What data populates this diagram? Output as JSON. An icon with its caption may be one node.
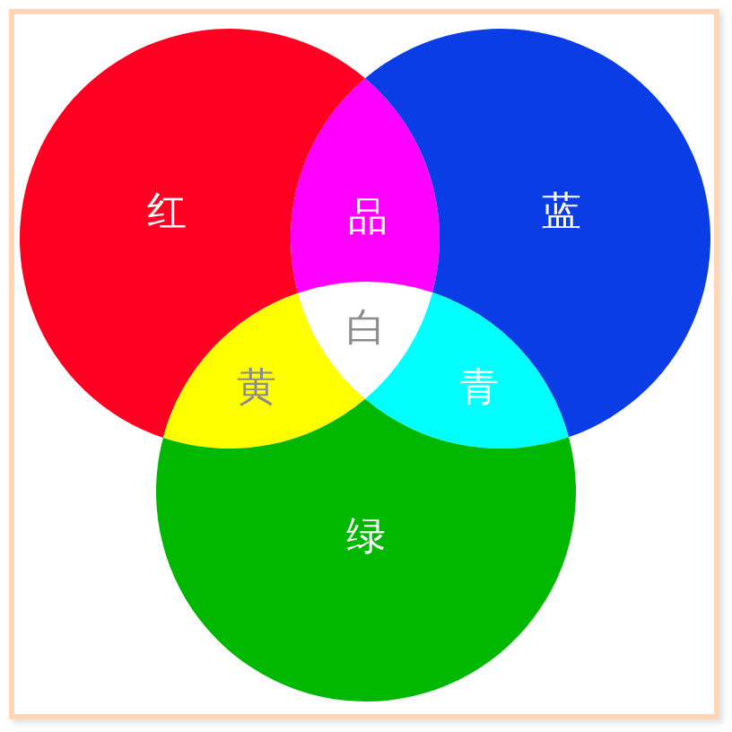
{
  "diagram": {
    "nodes": [
      {
        "text": [
          "红"
        ]
      },
      {
        "text": [
          "品"
        ]
      },
      {
        "text": [
          "蓝"
        ]
      },
      {
        "text": [
          "白"
        ]
      },
      {
        "text": [
          "黄"
        ]
      },
      {
        "text": [
          "青"
        ]
      },
      {
        "text": [
          "绿"
        ]
      }
    ]
  }
}
